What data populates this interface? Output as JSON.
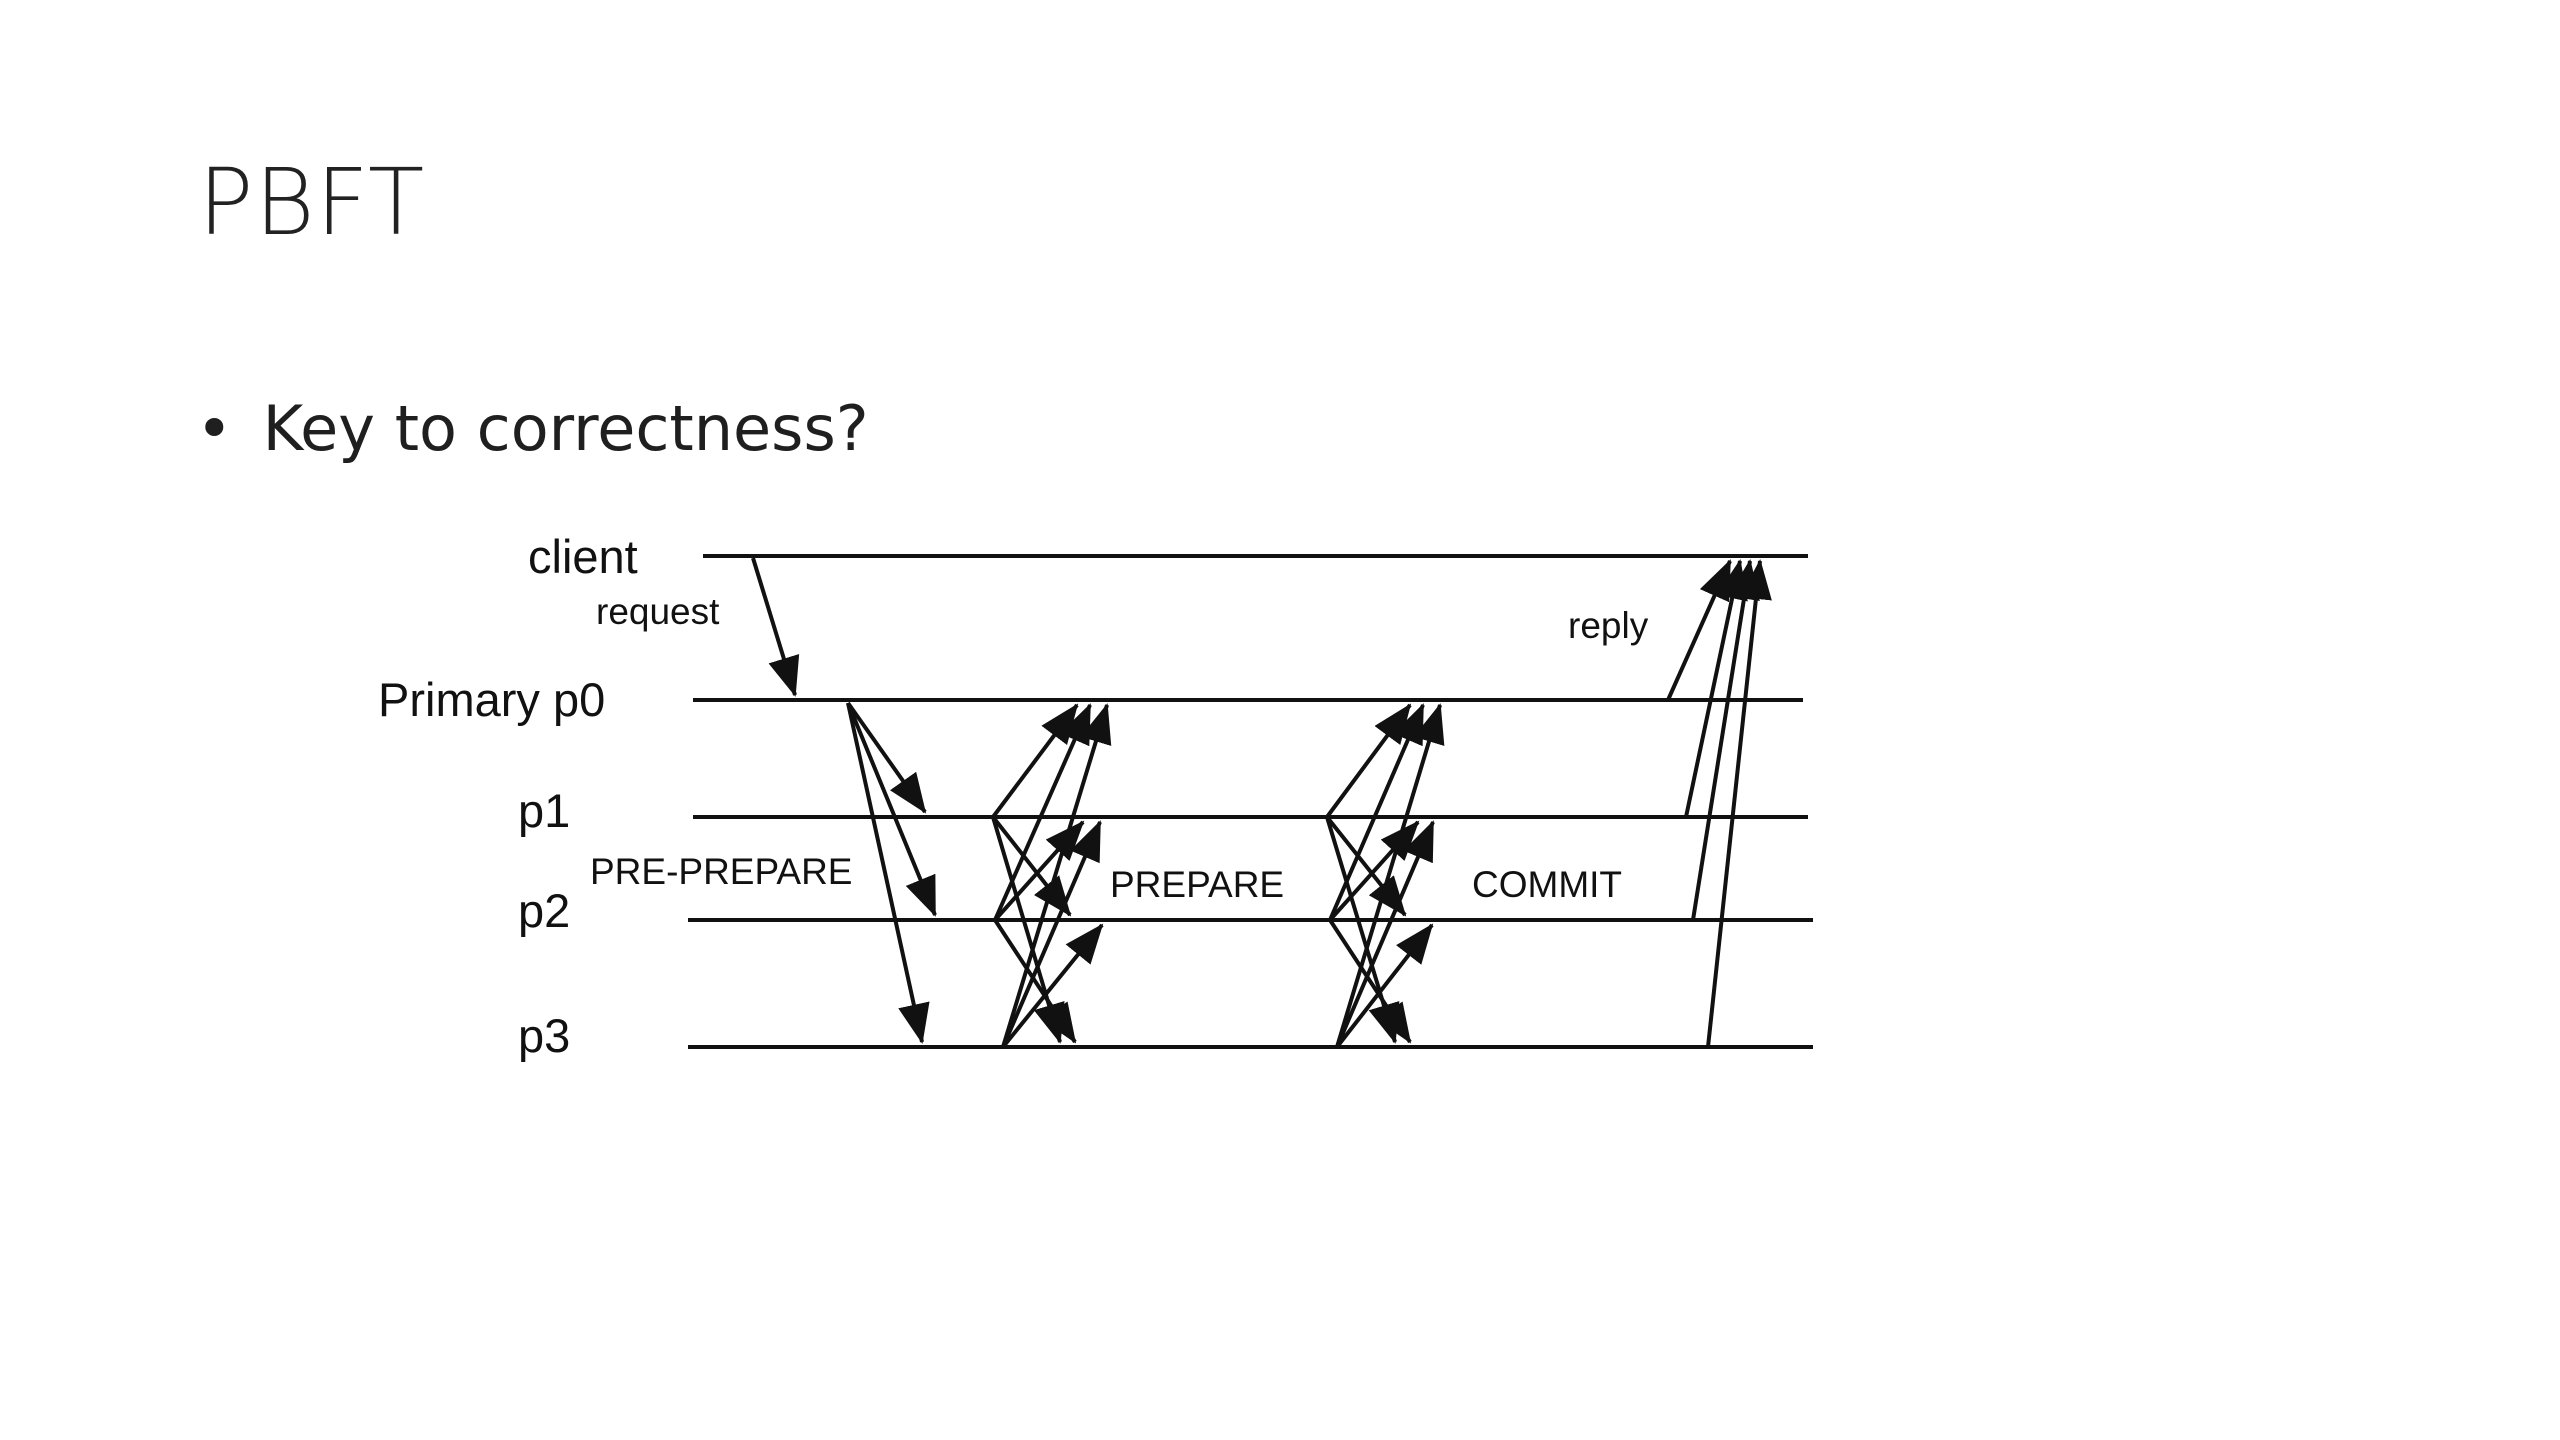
{
  "slide": {
    "title": "PBFT",
    "bullet": "Key to correctness?",
    "bullet_symbol": "•"
  },
  "diagram": {
    "processes": {
      "client": "client",
      "p0": "Primary p0",
      "p1": "p1",
      "p2": "p2",
      "p3": "p3"
    },
    "phases": {
      "request": "request",
      "pre_prepare": "PRE-PREPARE",
      "prepare": "PREPARE",
      "commit": "COMMIT",
      "reply": "reply"
    },
    "line_color": "#111111"
  }
}
